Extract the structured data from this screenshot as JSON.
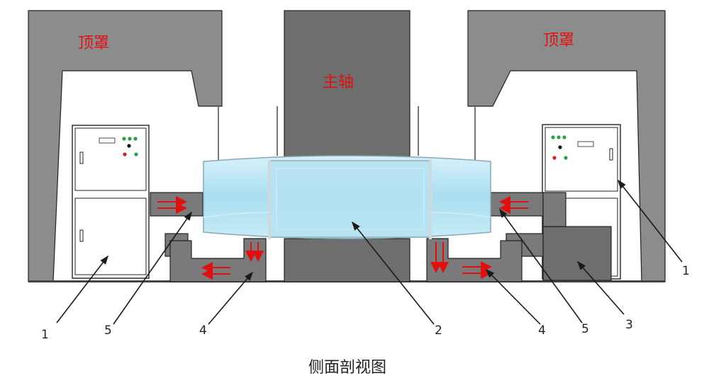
{
  "labels": {
    "hood_left": "顶罩",
    "hood_right": "顶罩",
    "spindle": "主轴"
  },
  "callouts": {
    "left_cabinet": "1",
    "right_cabinet": "1",
    "glass_enclosure": "2",
    "right_box": "3",
    "left_duct": "4",
    "right_duct": "4",
    "left_outlet": "5",
    "right_outlet": "5"
  },
  "caption": "侧面剖视图",
  "colors": {
    "housing": "#8c8c8c",
    "spindle": "#6e6e6e",
    "duct": "#7a7a7a",
    "glass": "#bfe6f2",
    "arrow": "#e01010",
    "text_red": "#e01010"
  }
}
